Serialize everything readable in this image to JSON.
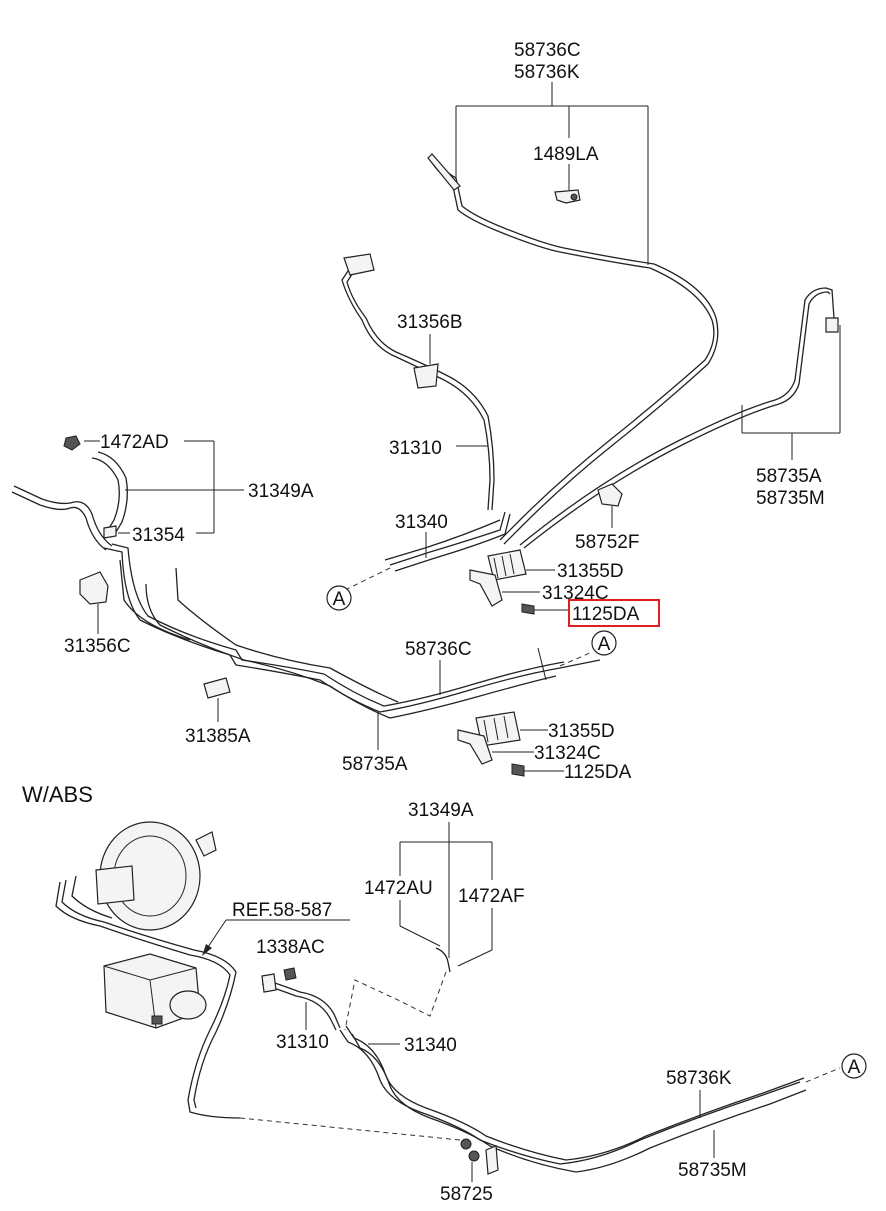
{
  "section_title": "W/ABS",
  "ref_note": "REF.58-587",
  "markers": {
    "a1": "A",
    "a2": "A",
    "a3": "A"
  },
  "highlight_color": "#e02020",
  "parts": {
    "p58736C_top": "58736C",
    "p58736K_top": "58736K",
    "p1489LA": "1489LA",
    "p31356B": "31356B",
    "p1472AD": "1472AD",
    "p31349A_top": "31349A",
    "p31310_top": "31310",
    "p58735A_right": "58735A",
    "p58735M_right": "58735M",
    "p31354": "31354",
    "p31340_top": "31340",
    "p58752F": "58752F",
    "p31355D_a": "31355D",
    "p31324C_a": "31324C",
    "p1125DA_a": "1125DA",
    "p31356C": "31356C",
    "p58736C_mid": "58736C",
    "p31385A": "31385A",
    "p58735A_mid": "58735A",
    "p31355D_b": "31355D",
    "p31324C_b": "31324C",
    "p1125DA_b": "1125DA",
    "p31349A_bot": "31349A",
    "p1472AU": "1472AU",
    "p1472AF": "1472AF",
    "p1338AC": "1338AC",
    "p31310_bot": "31310",
    "p31340_bot": "31340",
    "p58736K_bot": "58736K",
    "p58735M_bot": "58735M",
    "p58725": "58725"
  }
}
